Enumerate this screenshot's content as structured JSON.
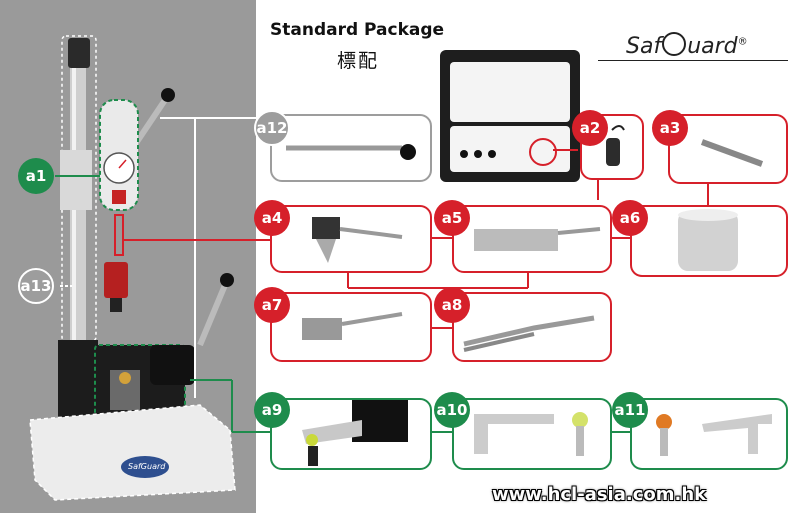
{
  "header": {
    "title": "Standard Package",
    "subtitle": "標配"
  },
  "logo": {
    "text_prefix": "Saf",
    "text_suffix": "uard",
    "registered": "®"
  },
  "labels": {
    "a1": "a1",
    "a2": "a2",
    "a3": "a3",
    "a4": "a4",
    "a5": "a5",
    "a6": "a6",
    "a7": "a7",
    "a8": "a8",
    "a9": "a9",
    "a10": "a10",
    "a11": "a11",
    "a12": "a12",
    "a13": "a13"
  },
  "base_brand": "SafGuard",
  "website": "www.hcl-asia.com.hk",
  "colors": {
    "red": "#d6202a",
    "green": "#1e8c4c",
    "gray": "#9d9d9d"
  }
}
